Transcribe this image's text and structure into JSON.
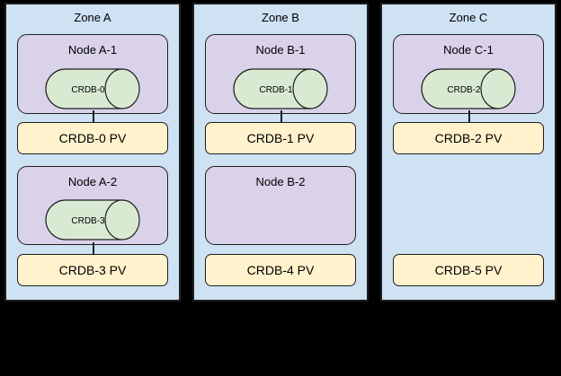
{
  "diagram": {
    "description": "Three availability zones with CockroachDB nodes and persistent volumes"
  },
  "colors": {
    "zone_fill": "#cfe2f3",
    "node_fill": "#d9d2e9",
    "cyl_fill": "#d9ead3",
    "pv_fill": "#fff2cc",
    "line": "#1f1f1f",
    "bg": "#000000"
  },
  "zones": [
    {
      "label": "Zone A",
      "slots": [
        {
          "node": {
            "label": "Node A-1",
            "cylinder": {
              "label": "CRDB-0"
            }
          },
          "connector": true,
          "pv": {
            "label": "CRDB-0 PV"
          }
        },
        {
          "node": {
            "label": "Node A-2",
            "cylinder": {
              "label": "CRDB-3"
            }
          },
          "connector": true,
          "pv": {
            "label": "CRDB-3 PV"
          }
        }
      ]
    },
    {
      "label": "Zone B",
      "slots": [
        {
          "node": {
            "label": "Node B-1",
            "cylinder": {
              "label": "CRDB-1"
            }
          },
          "connector": true,
          "pv": {
            "label": "CRDB-1 PV"
          }
        },
        {
          "node": {
            "label": "Node B-2",
            "cylinder": null
          },
          "connector": false,
          "pv": {
            "label": "CRDB-4 PV"
          }
        }
      ]
    },
    {
      "label": "Zone C",
      "slots": [
        {
          "node": {
            "label": "Node C-1",
            "cylinder": {
              "label": "CRDB-2"
            }
          },
          "connector": true,
          "pv": {
            "label": "CRDB-2 PV"
          }
        },
        {
          "node": null,
          "connector": false,
          "pv": {
            "label": "CRDB-5 PV"
          }
        }
      ]
    }
  ]
}
